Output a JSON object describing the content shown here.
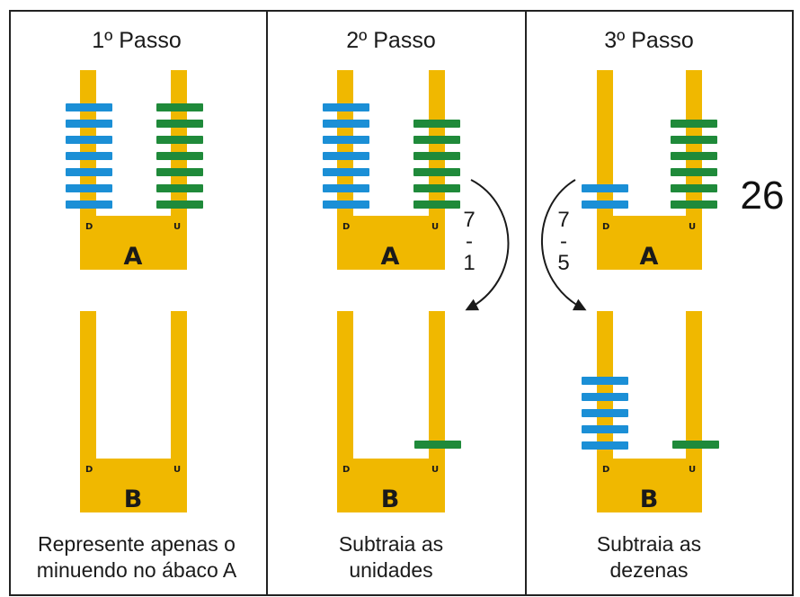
{
  "steps": [
    {
      "title": "1º Passo",
      "caption": [
        "Represente apenas o",
        "minuendo no ábaco A"
      ],
      "abacus_a": {
        "letter": "A",
        "rod_d": "D",
        "rod_u": "U",
        "tens_beads": 7,
        "units_beads": 7
      },
      "abacus_b": {
        "letter": "B",
        "rod_d": "D",
        "rod_u": "U",
        "tens_beads": 0,
        "units_beads": 0
      }
    },
    {
      "title": "2º Passo",
      "caption": [
        "Subtraia as",
        "unidades"
      ],
      "abacus_a": {
        "letter": "A",
        "rod_d": "D",
        "rod_u": "U",
        "tens_beads": 7,
        "units_beads": 6
      },
      "abacus_b": {
        "letter": "B",
        "rod_d": "D",
        "rod_u": "U",
        "tens_beads": 0,
        "units_beads": 1
      },
      "operation": {
        "top": "7",
        "sign": "-",
        "bottom": "1"
      }
    },
    {
      "title": "3º Passo",
      "caption": [
        "Subtraia as",
        "dezenas"
      ],
      "abacus_a": {
        "letter": "A",
        "rod_d": "D",
        "rod_u": "U",
        "tens_beads": 2,
        "units_beads": 6
      },
      "abacus_b": {
        "letter": "B",
        "rod_d": "D",
        "rod_u": "U",
        "tens_beads": 5,
        "units_beads": 1
      },
      "operation": {
        "top": "7",
        "sign": "-",
        "bottom": "5"
      },
      "result": "26"
    }
  ],
  "colors": {
    "abacus": "#f0b800",
    "tens_bead": "#1b8fd6",
    "units_bead": "#1f8a3a",
    "border": "#222222",
    "text": "#1a1a1a"
  }
}
